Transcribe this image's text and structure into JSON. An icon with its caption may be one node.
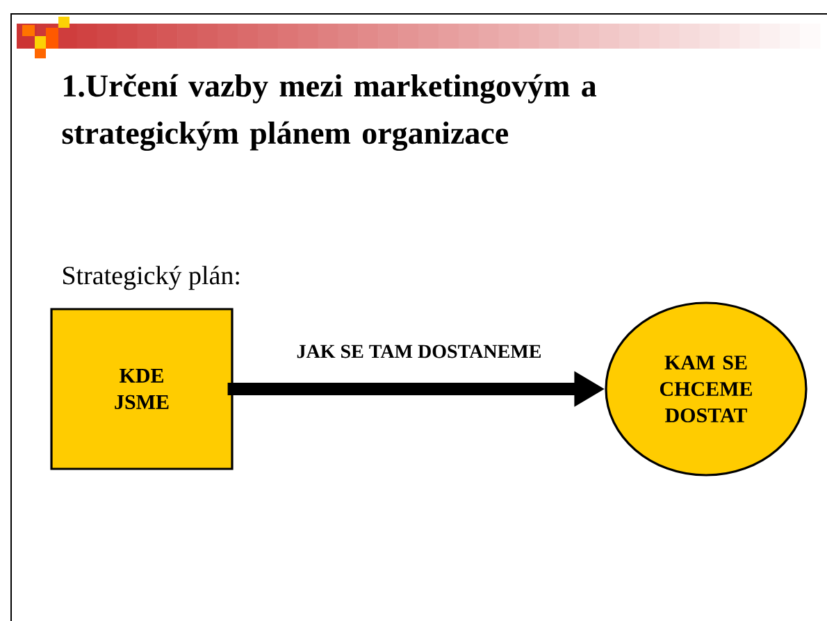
{
  "diagram": {
    "title": "1.Určení vazby mezi marketingovým a strategickým plánem organizace",
    "nodes": [
      {
        "text": [
          "KDE JSME"
        ]
      },
      {
        "text": [
          "KAM SE CHCEME DOSTAT"
        ]
      }
    ],
    "edges": [
      {
        "from": 0,
        "to": 1,
        "arrow": "to",
        "label": "JAK SE TAM DOSTANEME"
      }
    ],
    "labels": [
      "Strategický plán:"
    ]
  }
}
